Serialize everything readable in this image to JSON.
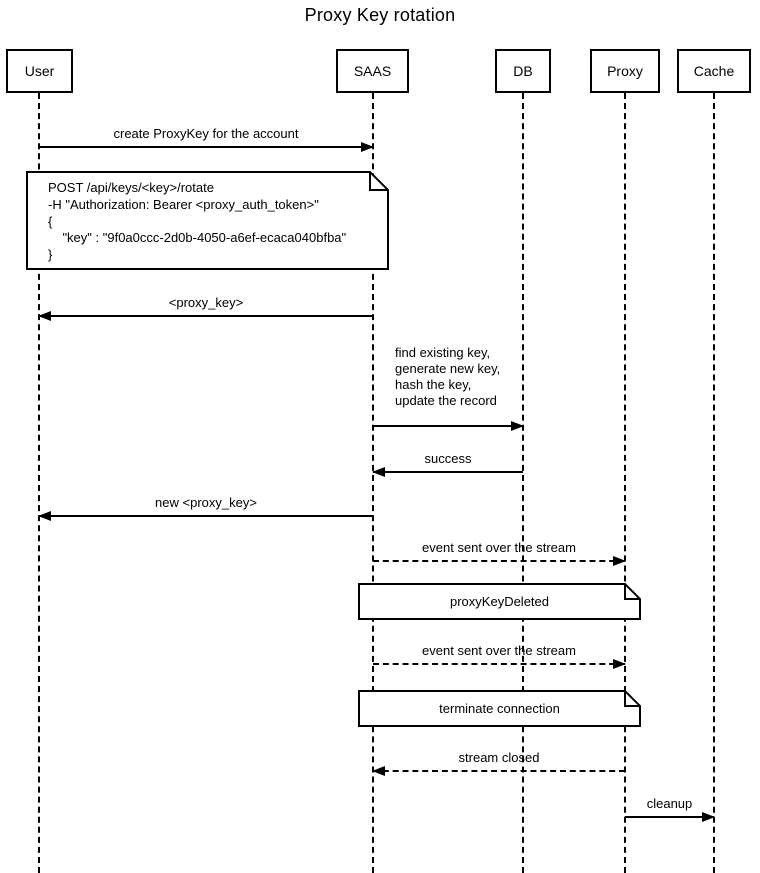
{
  "title": "Proxy Key rotation",
  "colors": {
    "line": "#000000",
    "background": "#ffffff",
    "note_fill": "#ffffff"
  },
  "actors": [
    {
      "label": "User"
    },
    {
      "label": "SAAS"
    },
    {
      "label": "DB"
    },
    {
      "label": "Proxy"
    },
    {
      "label": "Cache"
    }
  ],
  "messages": [
    {
      "label": "create ProxyKey for the account",
      "from": "User",
      "to": "SAAS",
      "line": "solid"
    },
    {
      "label": "<proxy_key>",
      "from": "SAAS",
      "to": "User",
      "line": "solid"
    },
    {
      "label": "find existing key,\ngenerate new key,\nhash the key,\nupdate the record",
      "from": "SAAS",
      "to": "DB",
      "line": "solid"
    },
    {
      "label": "success",
      "from": "DB",
      "to": "SAAS",
      "line": "solid"
    },
    {
      "label": "new <proxy_key>",
      "from": "SAAS",
      "to": "User",
      "line": "solid"
    },
    {
      "label": "event sent over the stream",
      "from": "SAAS",
      "to": "Proxy",
      "line": "dashed"
    },
    {
      "label": "event sent over the stream",
      "from": "SAAS",
      "to": "Proxy",
      "line": "dashed"
    },
    {
      "label": "stream closed",
      "from": "Proxy",
      "to": "SAAS",
      "line": "dashed"
    },
    {
      "label": "cleanup",
      "from": "Proxy",
      "to": "Cache",
      "line": "solid"
    }
  ],
  "notes": [
    {
      "body": "POST /api/keys/<key>/rotate\n-H \"Authorization: Bearer <proxy_auth_token>\"\n{\n    \"key\" : \"9f0a0ccc-2d0b-4050-a6ef-ecaca040bfba\"\n}"
    },
    {
      "body": "proxyKeyDeleted"
    },
    {
      "body": "terminate connection"
    }
  ]
}
